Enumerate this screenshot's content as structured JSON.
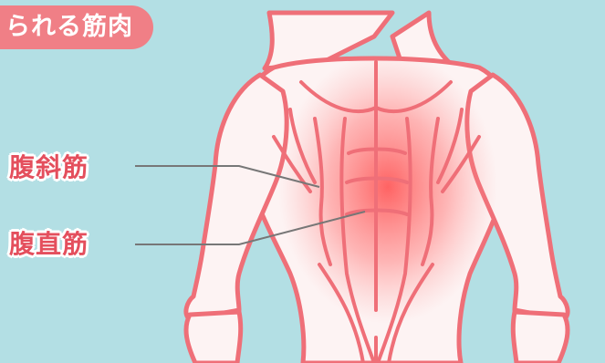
{
  "title": "られる筋肉",
  "labels": {
    "oblique": "腹斜筋",
    "rectus": "腹直筋"
  },
  "colors": {
    "background": "#b3dfe4",
    "accent": "#f07f86",
    "label_text": "#e44f5d",
    "outline": "#ef6f78",
    "glow": "#ff5a5a",
    "leader_line": "#777777"
  }
}
